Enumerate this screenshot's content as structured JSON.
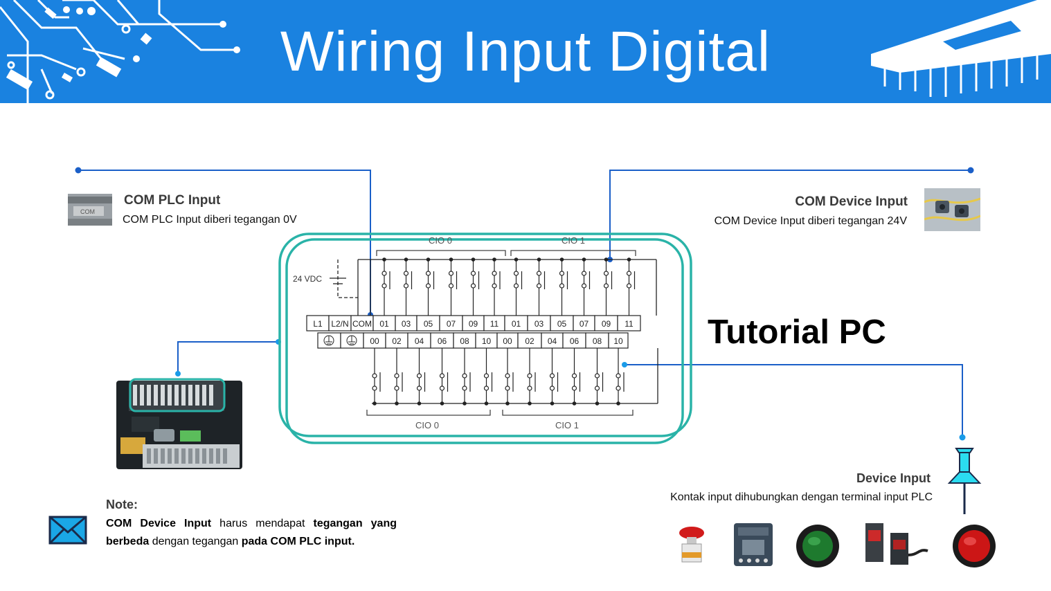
{
  "header": {
    "title": "Wiring Input Digital"
  },
  "annotations": {
    "com_plc": {
      "title": "COM PLC Input",
      "description": "COM PLC Input diberi tegangan 0V"
    },
    "com_device": {
      "title": "COM Device Input",
      "description": "COM Device Input diberi tegangan 24V"
    },
    "device_input": {
      "title": "Device Input",
      "description": "Kontak input dihubungkan dengan terminal input PLC"
    }
  },
  "diagram": {
    "supply_label": "24 VDC",
    "group_top_left": "CIO 0",
    "group_top_right": "CIO 1",
    "group_bottom_left": "CIO 0",
    "group_bottom_right": "CIO 1",
    "top_terminals": [
      "L1",
      "L2/N",
      "COM",
      "01",
      "03",
      "05",
      "07",
      "09",
      "11",
      "01",
      "03",
      "05",
      "07",
      "09",
      "11"
    ],
    "bottom_terminals": [
      "00",
      "02",
      "04",
      "06",
      "08",
      "10",
      "00",
      "02",
      "04",
      "06",
      "08",
      "10"
    ]
  },
  "watermark": "Tutorial PC",
  "note": {
    "title": "Note:",
    "b1": "COM Device Input",
    "t1": " harus mendapat ",
    "b2": "tegangan yang berbeda",
    "t2": " dengan tegangan ",
    "b3": "pada COM PLC input."
  },
  "colors": {
    "banner": "#1a82e0",
    "leader_line": "#1a5fc8",
    "leader_dot": "#1a9be8",
    "highlight": "#2ab3a8"
  },
  "icons": {
    "envelope": "envelope-icon",
    "pushpin": "pushpin-icon"
  }
}
